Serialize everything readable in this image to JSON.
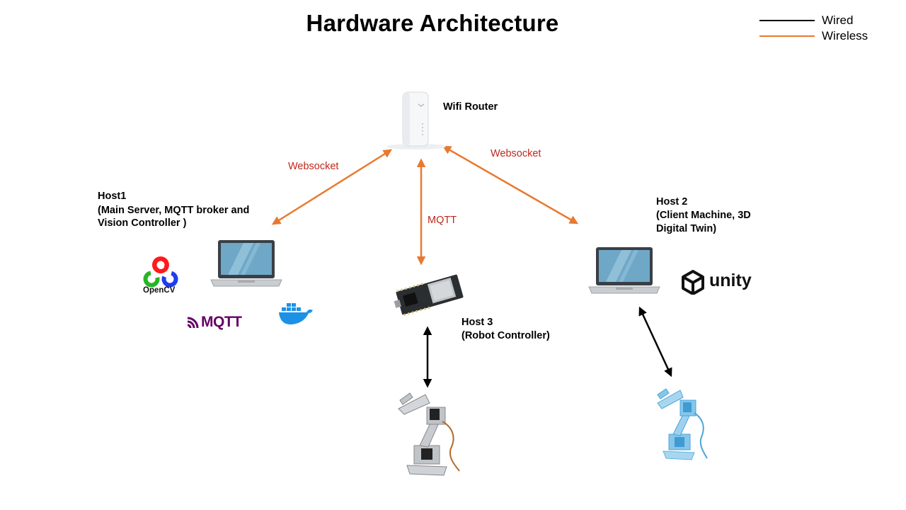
{
  "title": "Hardware Architecture",
  "legend": [
    {
      "label": "Wired",
      "color": "#000000"
    },
    {
      "label": "Wireless",
      "color": "#e8792f"
    }
  ],
  "nodes": {
    "router": {
      "title": "Wifi Router"
    },
    "host1": {
      "title": "Host1",
      "line1": "(Main Server, MQTT broker and",
      "line2": "Vision Controller )"
    },
    "host2": {
      "title": "Host 2",
      "line1": "(Client Machine, 3D",
      "line2": "Digital Twin)"
    },
    "host3": {
      "title": "Host 3",
      "line1": "(Robot Controller)"
    }
  },
  "connections": {
    "router_host1": "Websocket",
    "router_host2": "Websocket",
    "router_host3": "MQTT"
  },
  "logos": {
    "opencv": "OpenCV",
    "mqtt": "MQTT",
    "unity": "unity"
  },
  "colors": {
    "wireless": "#e8792f",
    "wired": "#000000",
    "connection_label": "#c0271b",
    "digital_twin": "#5fb4e0"
  }
}
